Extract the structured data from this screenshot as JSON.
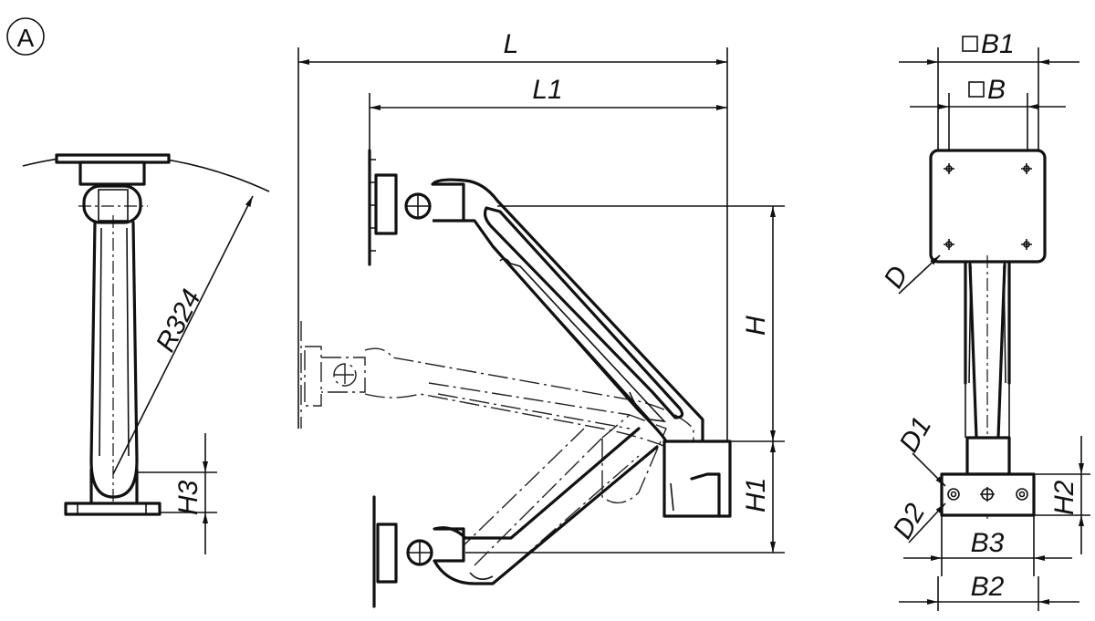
{
  "drawing": {
    "view_marker": "A",
    "dimensions": {
      "L": "L",
      "L1": "L1",
      "H": "H",
      "H1": "H1",
      "H2": "H2",
      "H3": "H3",
      "R": "R324",
      "B": "B",
      "B1": "B1",
      "B2": "B2",
      "B3": "B3",
      "D": "D",
      "D1": "D1",
      "D2": "D2"
    },
    "colors": {
      "line": "#111111",
      "background": "#ffffff"
    }
  }
}
